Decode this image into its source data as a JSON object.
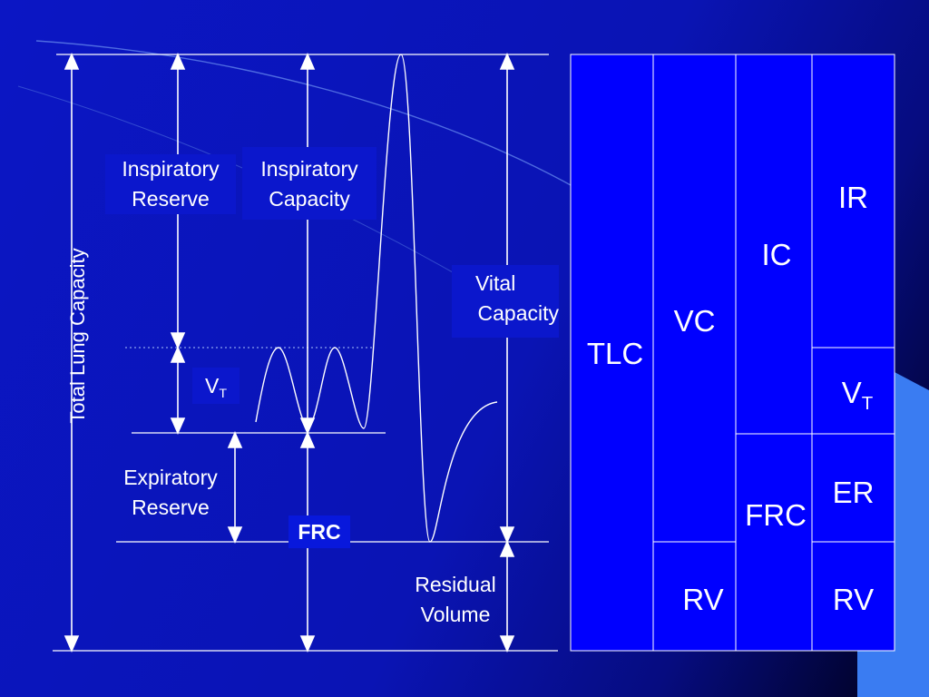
{
  "labels": {
    "total_lung_capacity": "Total Lung Capacity",
    "inspiratory_reserve_1": "Inspiratory",
    "inspiratory_reserve_2": "Reserve",
    "inspiratory_capacity_1": "Inspiratory",
    "inspiratory_capacity_2": "Capacity",
    "vital_capacity_1": "Vital",
    "vital_capacity_2": "Capacity",
    "tidal_v": "V",
    "tidal_sub": "T",
    "expiratory_reserve_1": "Expiratory",
    "expiratory_reserve_2": "Reserve",
    "frc": "FRC",
    "residual_volume_1": "Residual",
    "residual_volume_2": "Volume"
  },
  "table": {
    "tlc": "TLC",
    "vc": "VC",
    "rv_left": "RV",
    "ic": "IC",
    "frc": "FRC",
    "ir": "IR",
    "vt_v": "V",
    "vt_sub": "T",
    "er": "ER",
    "rv_right": "RV"
  },
  "colors": {
    "background": "#0a14b8",
    "box_fill": "#0000ff",
    "line": "#ffffff",
    "accent_light": "#3a7cf2"
  }
}
